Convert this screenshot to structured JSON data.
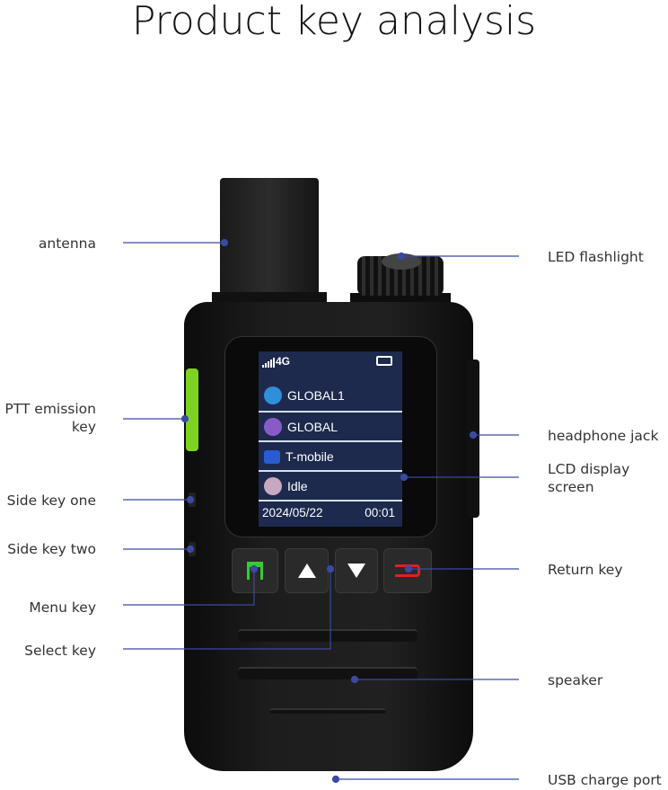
{
  "title": "Product key analysis",
  "labels": {
    "antenna": "antenna",
    "led": "LED flashlight",
    "ptt": "PTT emission key",
    "headphone": "headphone jack",
    "lcd": "LCD display screen",
    "side1": "Side key one",
    "side2": "Side key two",
    "return": "Return key",
    "menu": "Menu key",
    "select": "Select key",
    "speaker": "speaker",
    "usb": "USB charge port"
  },
  "screen": {
    "signal": "4G",
    "rows": [
      {
        "icon": "walkie-talkie-icon",
        "text": "GLOBAL1",
        "color": "#2f8fd8"
      },
      {
        "icon": "group-icon",
        "text": "GLOBAL",
        "color": "#8a5bc8"
      },
      {
        "icon": "network-icon",
        "text": "T-mobile",
        "color": "#2a5bd0"
      },
      {
        "icon": "speaker-icon",
        "text": "Idle",
        "color": "#c8a8c0"
      }
    ],
    "date": "2024/05/22",
    "time": "00:01"
  },
  "colors": {
    "leader": "#3a4aa0",
    "ptt": "#7ed321",
    "menu": "#33cc33",
    "return": "#e02020"
  }
}
